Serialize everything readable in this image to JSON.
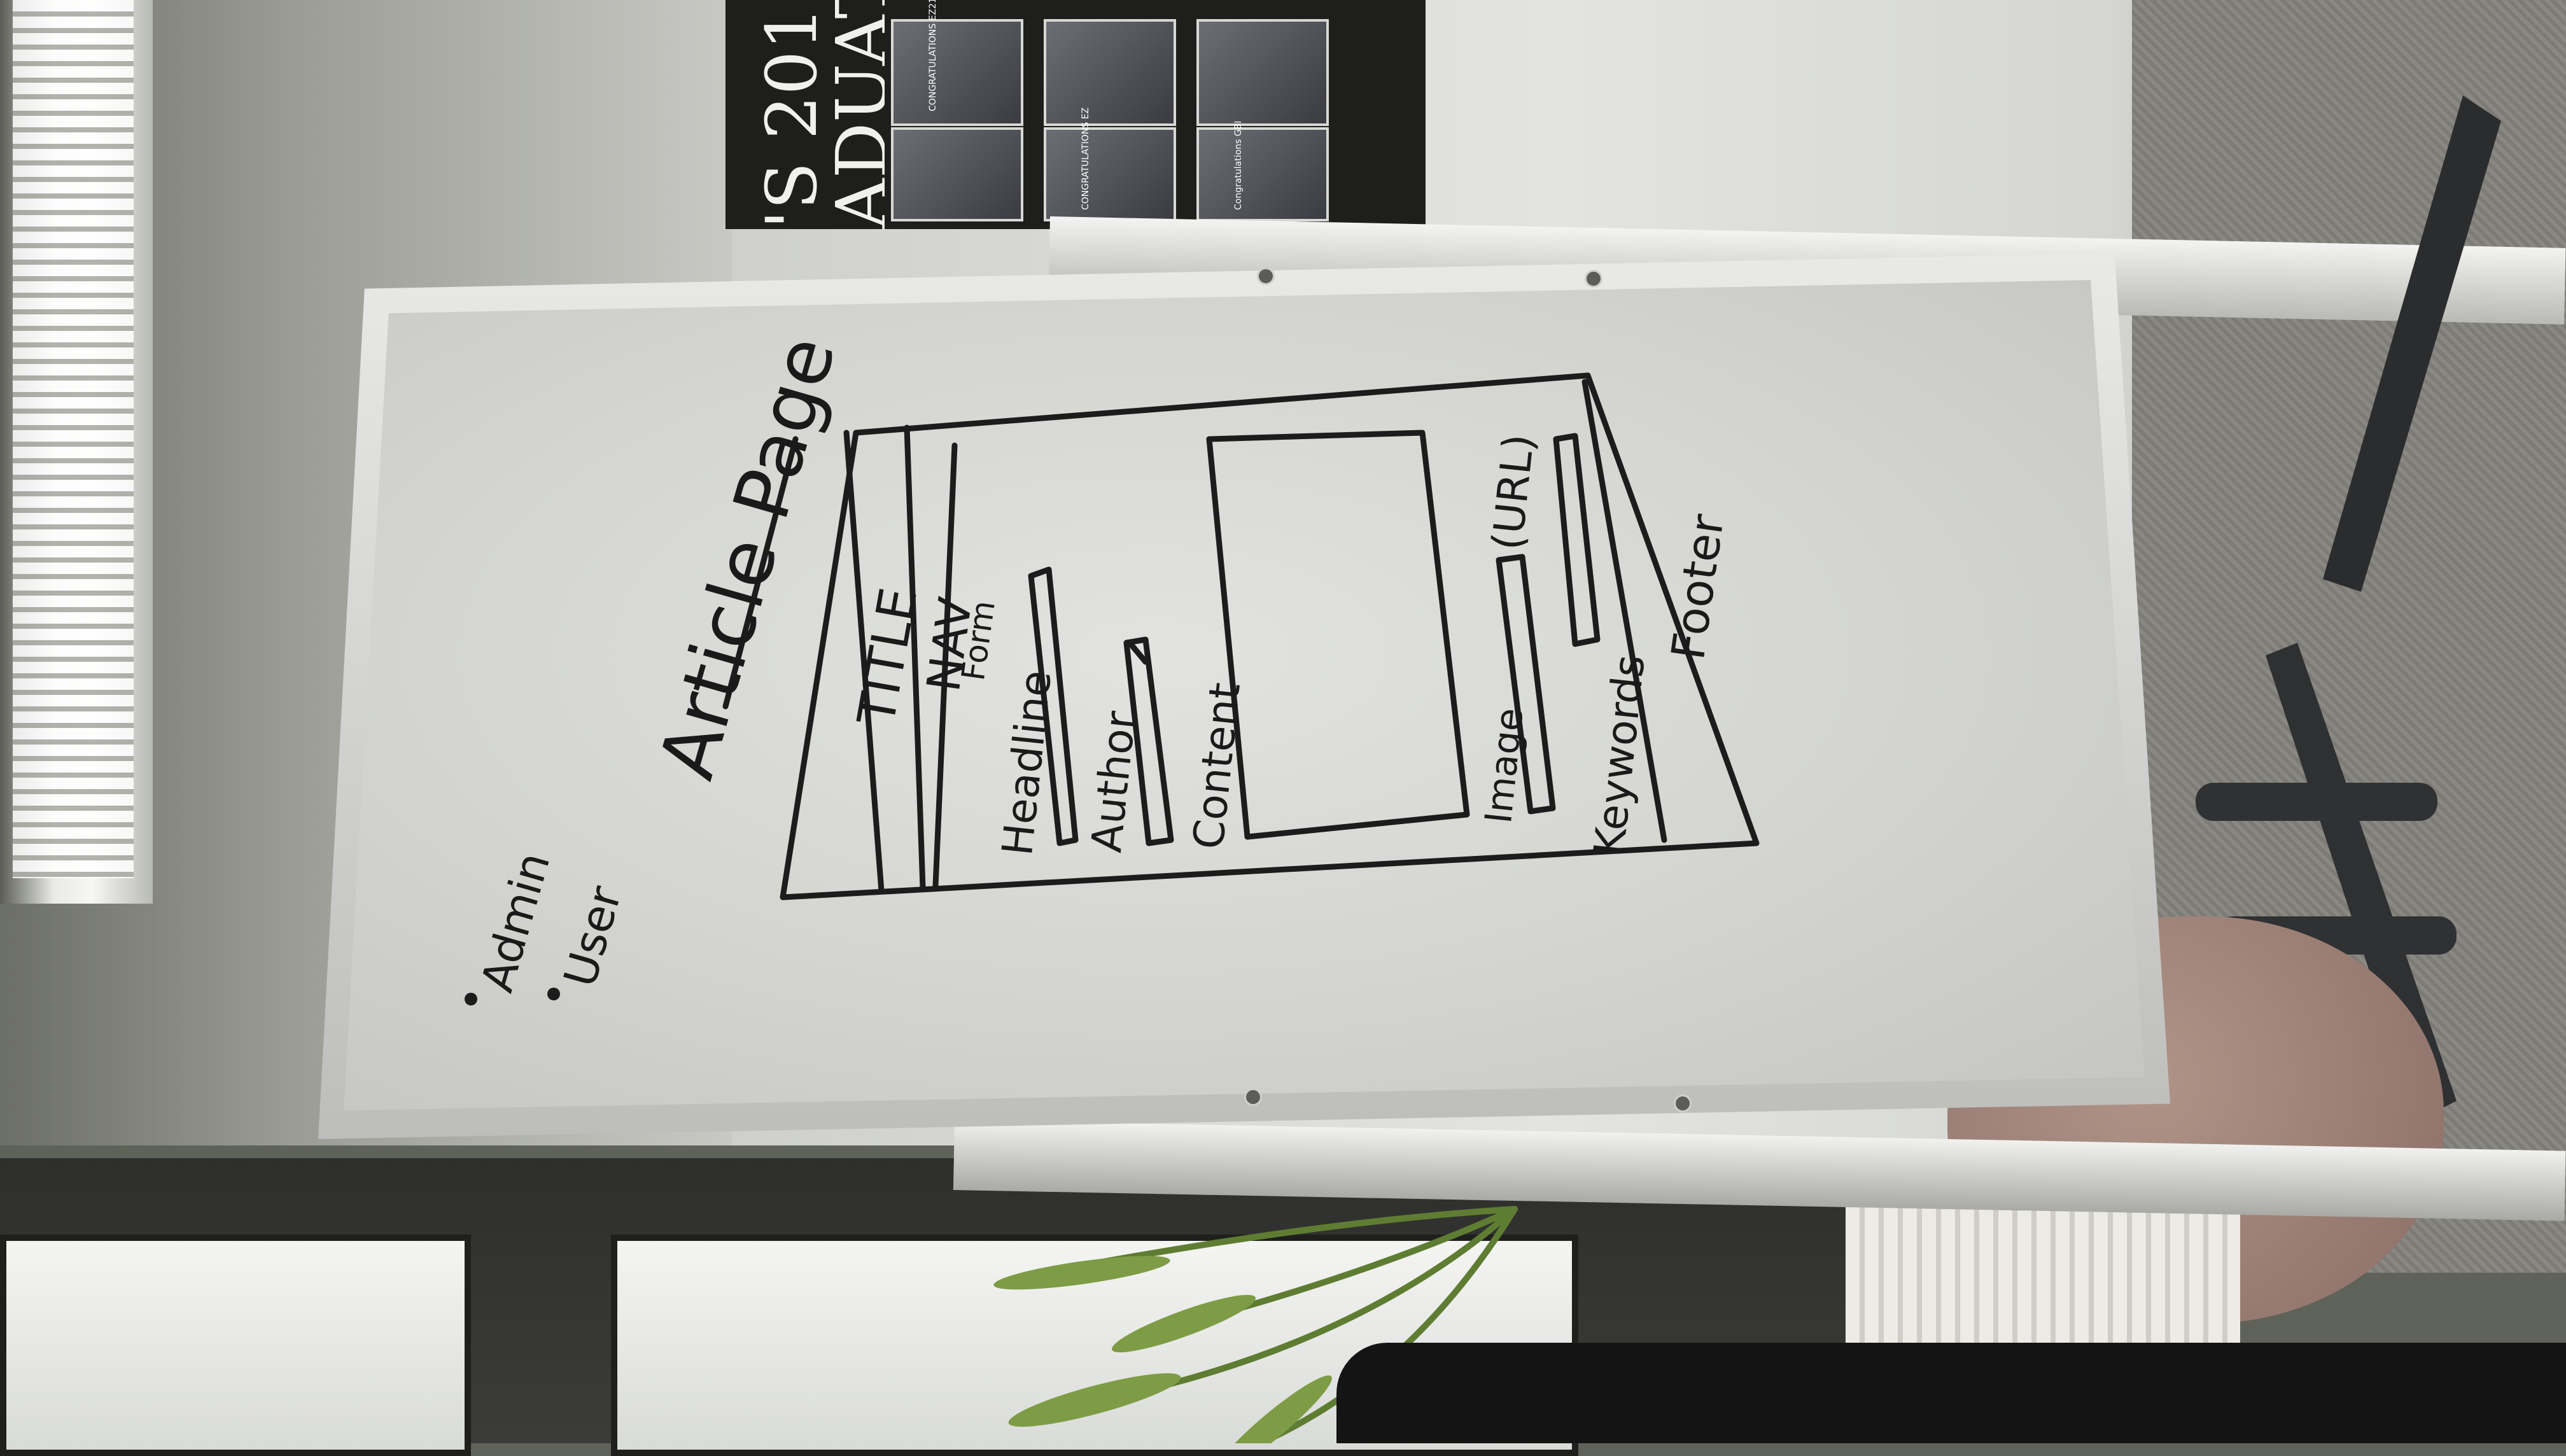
{
  "poster": {
    "headline_fragments": [
      "'S 201",
      "ADUATE"
    ],
    "photo_captions": [
      "CONGRATULATIONS EZ21",
      "Congratulations GBI",
      "CONGRATULATIONS EZ"
    ]
  },
  "whiteboard": {
    "side_notes": [
      "Admin",
      "User"
    ],
    "sketch_title": "Article Page",
    "wireframe": {
      "title_label": "TITLE",
      "nav_label": "NAV",
      "form_label": "Form",
      "fields": [
        {
          "label": "Headline"
        },
        {
          "label": "Author"
        },
        {
          "label": "Content"
        },
        {
          "label": "Image"
        },
        {
          "label": "(URL)"
        },
        {
          "label": "Keywords"
        }
      ],
      "footer_label": "Footer"
    }
  }
}
